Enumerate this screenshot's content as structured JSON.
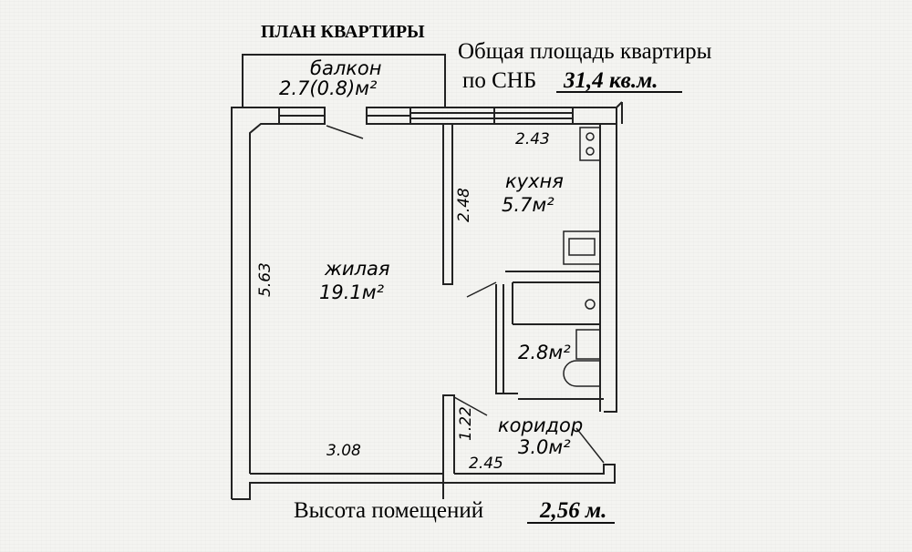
{
  "plan": {
    "title": "ПЛАН КВАРТИРЫ",
    "total_area_line1": "Общая площадь квартиры",
    "total_area_line2_prefix": "по СНБ",
    "total_area_value": "31,4 кв.м.",
    "ceiling_height_label": "Высота помещений",
    "ceiling_height_value": "2,56 м."
  },
  "rooms": {
    "balcony": {
      "name": "балкон",
      "area": "2.7(0.8)м²"
    },
    "kitchen": {
      "name": "кухня",
      "area": "5.7м²"
    },
    "living": {
      "name": "жилая",
      "area": "19.1м²"
    },
    "bathroom": {
      "area": "2.8м²"
    },
    "corridor": {
      "name": "коридор",
      "area": "3.0м²"
    }
  },
  "dimensions": {
    "kitchen_width": "2.43",
    "kitchen_depth": "2.48",
    "living_depth": "5.63",
    "living_width": "3.08",
    "corridor_depth": "1.22",
    "corridor_width": "2.45"
  }
}
